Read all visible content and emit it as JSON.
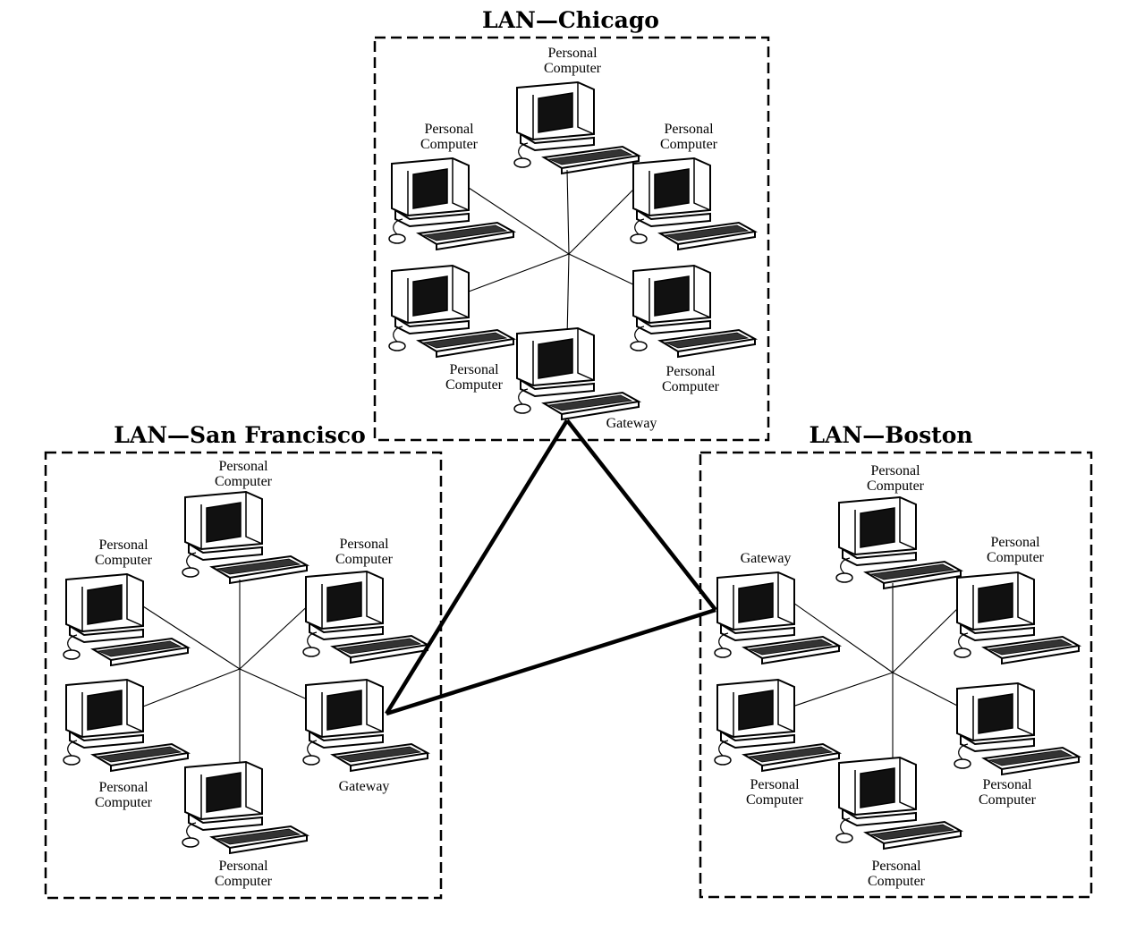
{
  "lans": [
    {
      "id": "chicago",
      "title": "LAN—Chicago",
      "nodes": [
        {
          "label": [
            "Personal",
            "Computer"
          ]
        },
        {
          "label": [
            "Personal",
            "Computer"
          ]
        },
        {
          "label": [
            "Personal",
            "Computer"
          ]
        },
        {
          "label": [
            "Personal",
            "Computer"
          ]
        },
        {
          "label": [
            "Personal",
            "Computer"
          ]
        },
        {
          "label": [
            "Gateway"
          ]
        }
      ]
    },
    {
      "id": "san-francisco",
      "title": "LAN—San Francisco",
      "nodes": [
        {
          "label": [
            "Personal",
            "Computer"
          ]
        },
        {
          "label": [
            "Personal",
            "Computer"
          ]
        },
        {
          "label": [
            "Personal",
            "Computer"
          ]
        },
        {
          "label": [
            "Personal",
            "Computer"
          ]
        },
        {
          "label": [
            "Personal",
            "Computer"
          ]
        },
        {
          "label": [
            "Gateway"
          ]
        }
      ]
    },
    {
      "id": "boston",
      "title": "LAN—Boston",
      "nodes": [
        {
          "label": [
            "Personal",
            "Computer"
          ]
        },
        {
          "label": [
            "Gateway"
          ]
        },
        {
          "label": [
            "Personal",
            "Computer"
          ]
        },
        {
          "label": [
            "Personal",
            "Computer"
          ]
        },
        {
          "label": [
            "Personal",
            "Computer"
          ]
        },
        {
          "label": [
            "Personal",
            "Computer"
          ]
        }
      ]
    }
  ],
  "wan_links": [
    [
      "chicago",
      "san-francisco"
    ],
    [
      "chicago",
      "boston"
    ],
    [
      "san-francisco",
      "boston"
    ]
  ]
}
